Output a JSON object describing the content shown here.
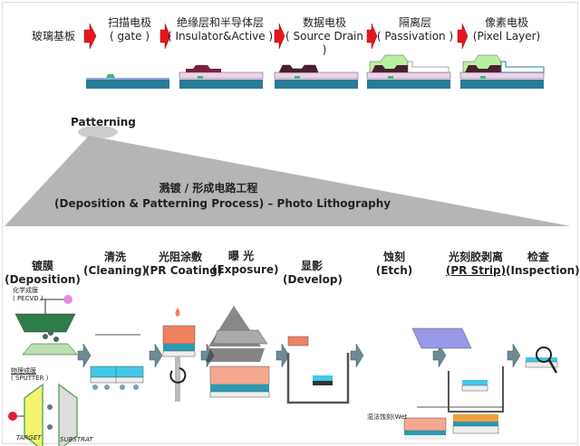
{
  "top_steps": [
    {
      "zh": "玻璃基板",
      "en": ""
    },
    {
      "zh": "扫描电极",
      "en": "( gate )"
    },
    {
      "zh": "绝缘层和半导体层",
      "en": "( Insulator&Active )"
    },
    {
      "zh": "数据电极",
      "en": "( Source Drain )"
    },
    {
      "zh": "隔离层",
      "en": "( Passivation )"
    },
    {
      "zh": "像素电极",
      "en": "(Pixel Layer)"
    }
  ],
  "patterning_label": "Patterning",
  "triangle": {
    "zh": "溅镀 / 形成电路工程",
    "en": "(Deposition & Patterning Process) – Photo Lithography"
  },
  "process_steps": [
    {
      "zh": "镀膜",
      "en": "(Deposition)"
    },
    {
      "zh": "清洗",
      "en": "(Cleaning)"
    },
    {
      "zh": "光阻涂敷",
      "en": "(PR Coating)"
    },
    {
      "zh": "曝 光",
      "en": "(Exposure)"
    },
    {
      "zh": "显影",
      "en": "(Develop)"
    },
    {
      "zh": "蚀刻",
      "en": "(Etch)"
    },
    {
      "zh": "光刻胶剥离",
      "en": "(PR Strip)"
    },
    {
      "zh": "检查",
      "en": "(Inspection)"
    }
  ],
  "small_labels": {
    "pecvd_zh": "化学成膜",
    "pecvd_en": "( PECVD )",
    "sputter_zh": "物理成膜",
    "sputter_en": "( SPUTTER )",
    "target": "TARGET",
    "substrat": "SUBSTRAT",
    "wet": "湿法蚀刻(Wet"
  },
  "colors": {
    "red_arrow": "#e8141c",
    "glass": "#2a7a99",
    "gate": "#3cb878",
    "active": "#7a2040",
    "insulator": "#f0d0ec",
    "passivation": "#b8f0a0",
    "gray_arrow": "#6f8a94"
  }
}
